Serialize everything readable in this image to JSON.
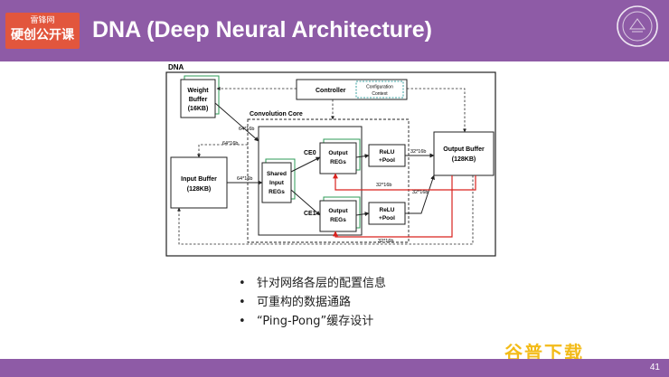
{
  "header": {
    "logo_line1": "雷锋网",
    "logo_line2": "硬创公开课",
    "title": "DNA (Deep Neural Architecture)"
  },
  "diagram": {
    "outer_label": "DNA",
    "weight_buffer": [
      "Weight",
      "Buffer",
      "(16KB)"
    ],
    "controller": "Controller",
    "configuration_context": [
      "Configuration",
      "Context"
    ],
    "convolution_core": "Convolution Core",
    "input_buffer": [
      "Input Buffer",
      "(128KB)"
    ],
    "shared_input_regs": [
      "Shared",
      "Input",
      "REGs"
    ],
    "ce0": "CE0",
    "ce1": "CE1",
    "output_regs_top": [
      "Output",
      "REGs"
    ],
    "output_regs_bottom": [
      "Output",
      "REGs"
    ],
    "relu_pool_top": [
      "ReLU",
      "+Pool"
    ],
    "relu_pool_bottom": [
      "ReLU",
      "+Pool"
    ],
    "output_buffer": [
      "Output Buffer",
      "(128KB)"
    ],
    "bus_weight": "64*16b",
    "bus_weight_left": "64*16b",
    "bus_input": "64*16b",
    "bus_relu_out": "32*16b",
    "bus_middle": "32*16b",
    "bus_output_diag": "32*16b",
    "bus_bottom": "32*16b"
  },
  "bullets": [
    "针对网络各层的配置信息",
    "可重构的数据通路",
    "“Ping-Pong”缓存设计"
  ],
  "bullet_marker": "•",
  "watermark": "谷普下载",
  "page_number": "41",
  "colors": {
    "header": "#8e5ba6",
    "logo": "#e2563d",
    "red_path": "#d9231f",
    "green_stack": "#2e9b57",
    "config_border": "#3aa0a0"
  }
}
